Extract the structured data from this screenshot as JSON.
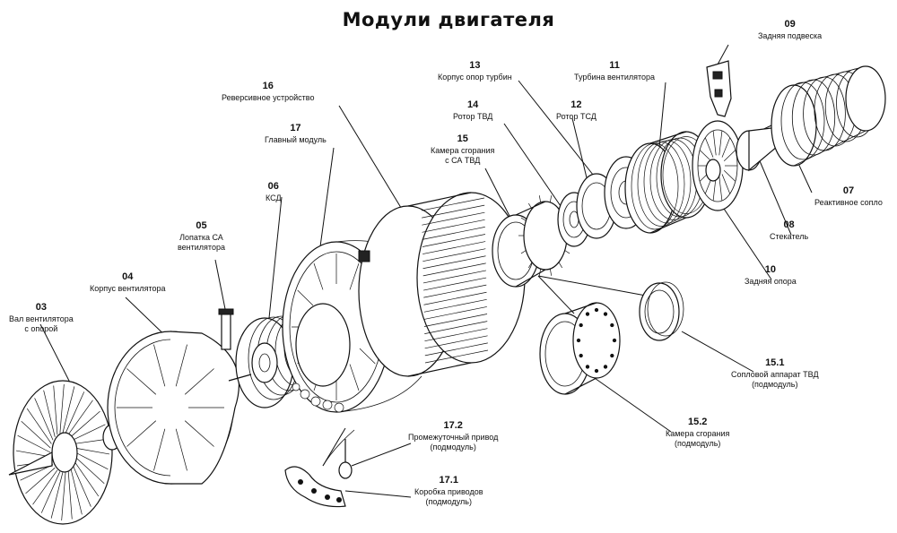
{
  "title": "Модули двигателя",
  "callouts": {
    "c09": {
      "num": "09",
      "l1": "Задняя подвеска"
    },
    "c13": {
      "num": "13",
      "l1": "Корпус опор турбин"
    },
    "c11": {
      "num": "11",
      "l1": "Турбина вентилятора"
    },
    "c16": {
      "num": "16",
      "l1": "Реверсивное устройство"
    },
    "c14": {
      "num": "14",
      "l1": "Ротор ТВД"
    },
    "c12": {
      "num": "12",
      "l1": "Ротор ТСД"
    },
    "c15": {
      "num": "15",
      "l1": "Камера сгорания",
      "l2": "с СА ТВД"
    },
    "c17": {
      "num": "17",
      "l1": "Главный модуль"
    },
    "c07": {
      "num": "07",
      "l1": "Реактивное сопло"
    },
    "c06": {
      "num": "06",
      "l1": "КСД"
    },
    "c08": {
      "num": "08",
      "l1": "Стекатель"
    },
    "c05": {
      "num": "05",
      "l1": "Лопатка СА",
      "l2": "вентилятора"
    },
    "c10": {
      "num": "10",
      "l1": "Задняя опора"
    },
    "c04": {
      "num": "04",
      "l1": "Корпус вентилятора"
    },
    "c03": {
      "num": "03",
      "l1": "Вал вентилятора",
      "l2": "с опорой"
    },
    "c151": {
      "num": "15.1",
      "l1": "Сопловой аппарат ТВД",
      "l2": "(подмодуль)"
    },
    "c152": {
      "num": "15.2",
      "l1": "Камера сгорания",
      "l2": "(подмодуль)"
    },
    "c172": {
      "num": "17.2",
      "l1": "Промежуточный привод",
      "l2": "(подмодуль)"
    },
    "c171": {
      "num": "17.1",
      "l1": "Коробка приводов",
      "l2": "(подмодуль)"
    }
  }
}
